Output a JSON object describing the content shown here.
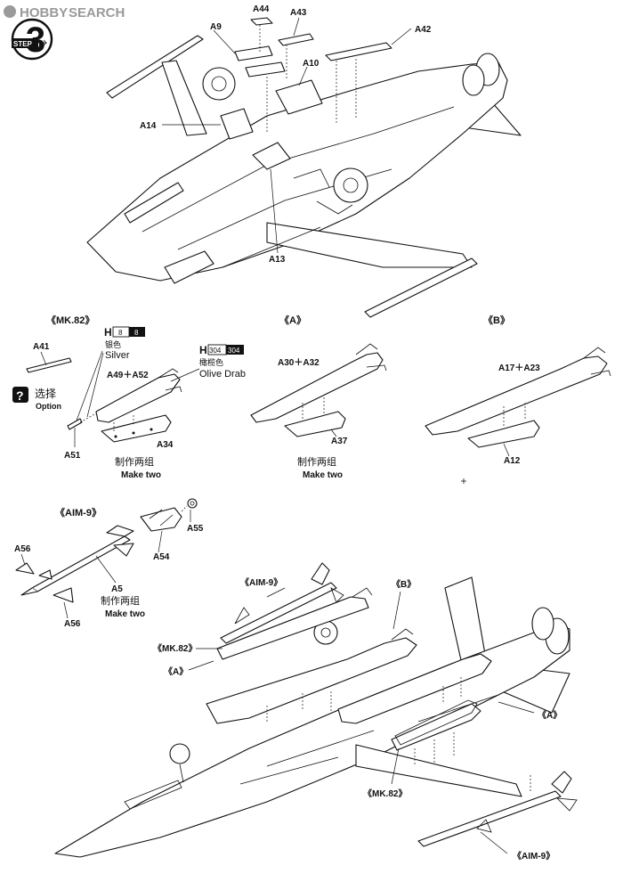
{
  "watermark": {
    "logo": "HOBBY",
    "text": "SEARCH"
  },
  "step": {
    "label": "STEP",
    "number": "3"
  },
  "top_view_parts": [
    "A44",
    "A43",
    "A9",
    "A42",
    "A10",
    "A14",
    "A13"
  ],
  "sections": {
    "mk82": {
      "title": "《MK.82》",
      "caption_cn": "制作两组",
      "caption_en": "Make two",
      "parts": [
        "A41",
        "A49＋A52",
        "A34",
        "A51"
      ]
    },
    "a": {
      "title": "《A》",
      "caption_cn": "制作两组",
      "caption_en": "Make two",
      "parts": [
        "A30＋A32",
        "A37"
      ]
    },
    "b": {
      "title": "《B》",
      "parts": [
        "A17＋A23",
        "A12"
      ]
    },
    "aim9": {
      "title": "《AIM-9》",
      "caption_cn": "制作两组",
      "caption_en": "Make two",
      "parts": [
        "A56",
        "A5",
        "A56",
        "A55",
        "A54"
      ]
    }
  },
  "option": {
    "icon": "?",
    "label_cn": "选择",
    "label_en": "Option"
  },
  "colors": {
    "silver": {
      "prefix": "H",
      "codes": [
        "8",
        "8"
      ],
      "name_cn": "银色",
      "name_en": "Silver",
      "swatch": "#c8c8c8"
    },
    "olive": {
      "prefix": "H",
      "codes": [
        "304",
        "304"
      ],
      "name_cn": "橄榄色",
      "name_en": "Olive Drab",
      "swatch": "#4a4a2a"
    }
  },
  "assembly_labels": {
    "aim9_left": "《AIM-9》",
    "mk82_left": "《MK.82》",
    "a_left": "《A》",
    "b_top": "《B》",
    "a_right": "《A》",
    "mk82_bottom": "《MK.82》",
    "aim9_bottom": "《AIM-9》"
  }
}
